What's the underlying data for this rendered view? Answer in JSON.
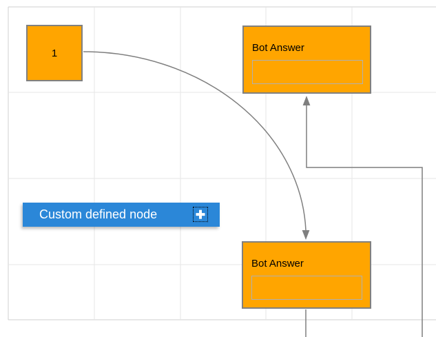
{
  "diagram": {
    "node_1": {
      "label": "1"
    },
    "bot_answer_top": {
      "label": "Bot Answer"
    },
    "bot_answer_bottom": {
      "label": "Bot Answer"
    },
    "custom_node": {
      "label": "Custom defined node",
      "icon": "plus-icon"
    }
  },
  "colors": {
    "canvas-bg": "#ffffff",
    "grid-line": "#e6e6e6",
    "page-border": "#cfcfcf",
    "node-fill": "#ffa500",
    "node-border": "#808080",
    "node-label": "#000000",
    "field-border": "#b0b0b0",
    "connector": "#7f7f7f",
    "custom-fill": "#2b87d8",
    "custom-text": "#ffffff"
  }
}
